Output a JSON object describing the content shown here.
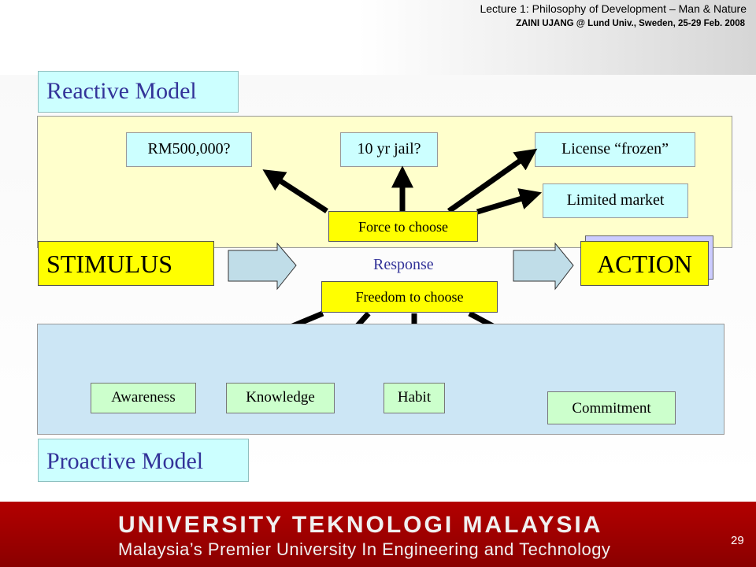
{
  "header": {
    "lecture": "Lecture 1: Philosophy of Development – Man & Nature",
    "presenter": "ZAINI UJANG @ Lund Univ., Sweden, 25-29 Feb. 2008"
  },
  "reactive": {
    "title": "Reactive Model",
    "consequences": [
      "RM500,000?",
      "10 yr jail?",
      "License “frozen”",
      "Limited market"
    ],
    "force_label": "Force to choose"
  },
  "flow": {
    "stimulus": "STIMULUS",
    "response": "Response",
    "action": "ACTION"
  },
  "proactive": {
    "title": "Proactive Model",
    "freedom_label": "Freedom to choose",
    "factors": [
      "Awareness",
      "Knowledge",
      "Habit",
      "Commitment"
    ]
  },
  "footer": {
    "university": "UNIVERSITY TEKNOLOGI MALAYSIA",
    "tagline": "Malaysia’s Premier University In Engineering and Technology",
    "page_number": "29"
  },
  "colors": {
    "footer_red": "#a00000",
    "label_blue": "#333399",
    "highlight_yellow": "#ffff00"
  }
}
